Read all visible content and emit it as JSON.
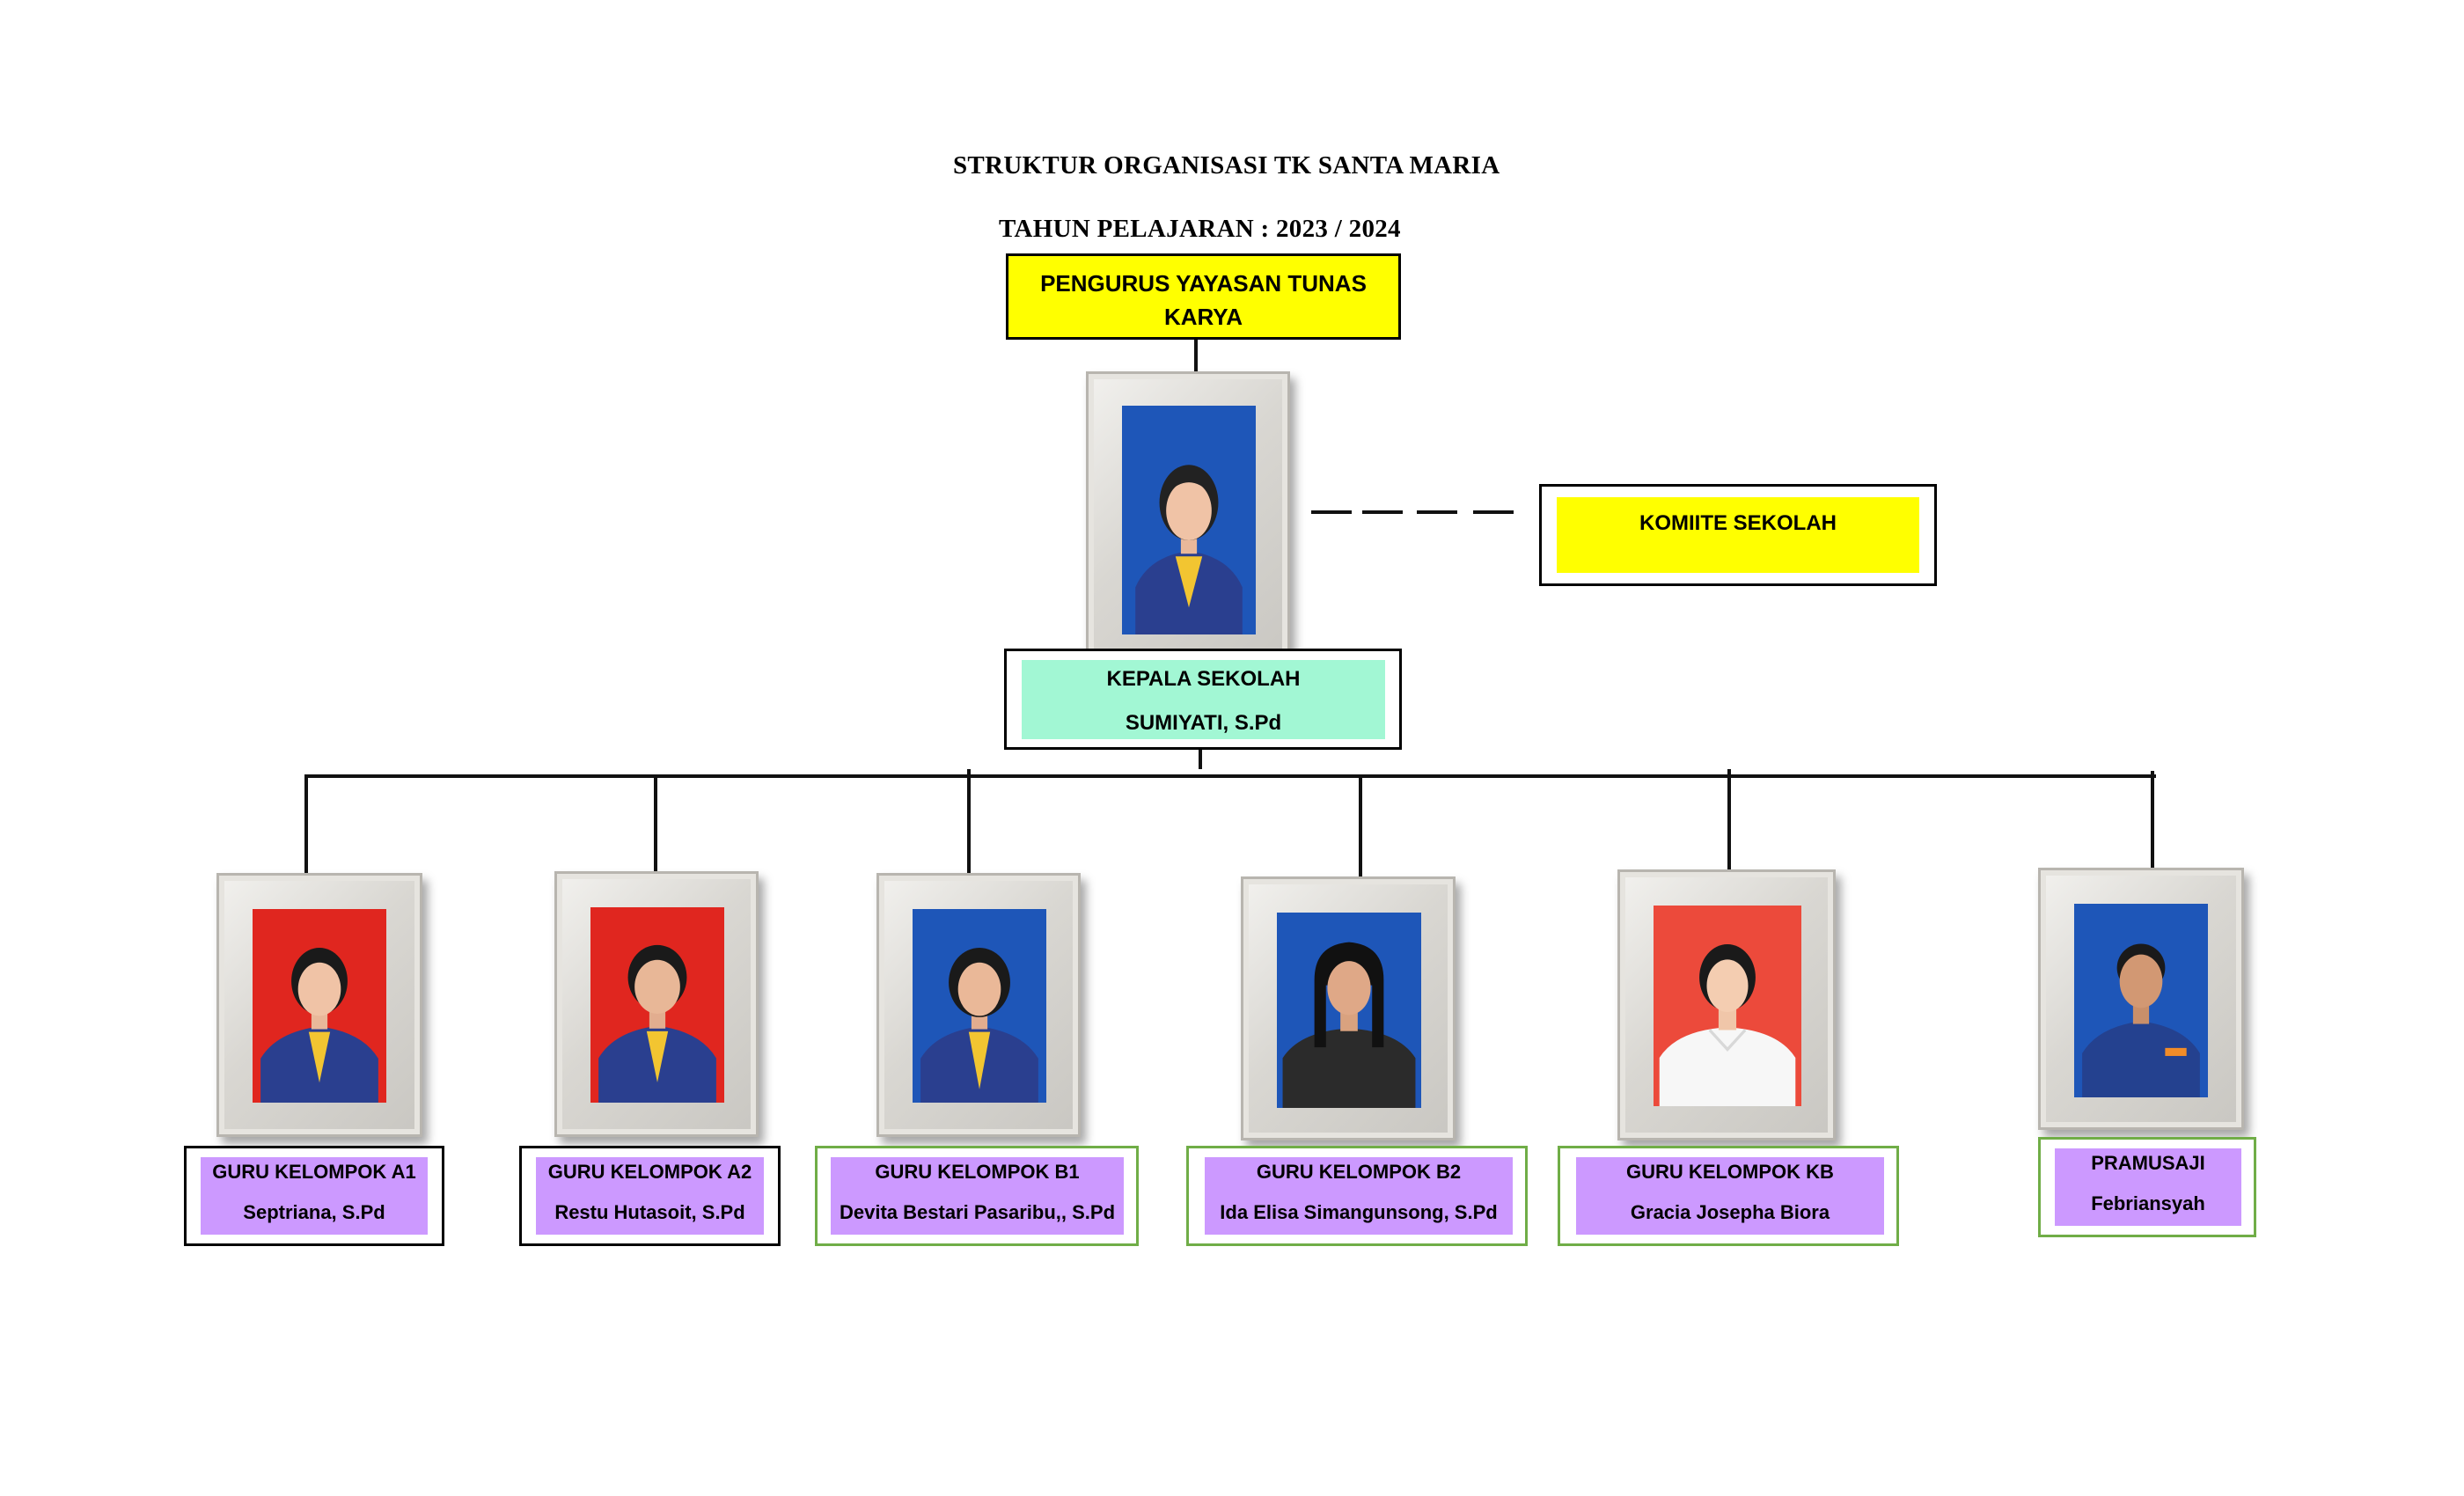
{
  "header": {
    "title": "STRUKTUR ORGANISASI  TK SANTA MARIA",
    "subtitle": "TAHUN PELAJARAN : 2023 / 2024"
  },
  "foundation": {
    "line1": "PENGURUS YAYASAN TUNAS",
    "line2": "KARYA",
    "color": "#ffff00"
  },
  "committee": {
    "label": "KOMIITE SEKOLAH",
    "color": "#ffff00"
  },
  "principal": {
    "role": "KEPALA SEKOLAH",
    "name": "SUMIYATI, S.Pd",
    "color": "#a2f7d4",
    "photo_bg": "blue"
  },
  "staff": [
    {
      "role": "GURU KELOMPOK  A1",
      "name": "Septriana,  S.Pd",
      "photo_bg": "red",
      "border": "black"
    },
    {
      "role": "GURU KELOMPOK  A2",
      "name": "Restu Hutasoit,  S.Pd",
      "photo_bg": "red",
      "border": "black"
    },
    {
      "role": "GURU KELOMPOK  B1",
      "name": "Devita Bestari Pasaribu,,  S.Pd",
      "photo_bg": "blue",
      "border": "green"
    },
    {
      "role": "GURU KELOMPOK  B2",
      "name": "Ida Elisa Simangunsong,  S.Pd",
      "photo_bg": "blue",
      "border": "green"
    },
    {
      "role": "GURU KELOMPOK  KB",
      "name": "Gracia Josepha Biora",
      "photo_bg": "red",
      "border": "green"
    },
    {
      "role": "PRAMUSAJI",
      "name": "Febriansyah",
      "photo_bg": "blue",
      "border": "green"
    }
  ],
  "colors": {
    "staff_label": "#cc99ff",
    "border_green": "#70ad47",
    "border_black": "#000000",
    "photo_red": "#e0261f",
    "photo_blue": "#1e56b8"
  }
}
